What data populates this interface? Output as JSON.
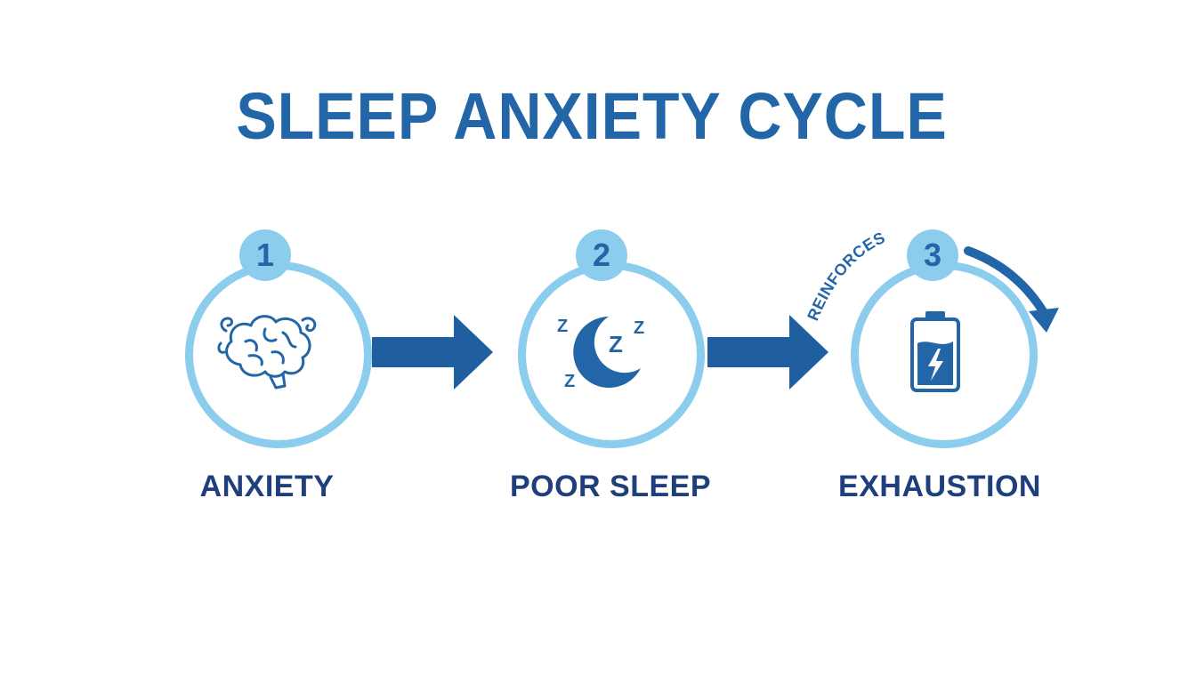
{
  "title": "SLEEP ANXIETY CYCLE",
  "steps": [
    {
      "number": "1",
      "label": "ANXIETY",
      "icon": "brain-icon"
    },
    {
      "number": "2",
      "label": "POOR SLEEP",
      "icon": "moon-sleep-icon"
    },
    {
      "number": "3",
      "label": "EXHAUSTION",
      "icon": "low-battery-icon"
    }
  ],
  "loop_label": "REINFORCES",
  "sleep_z": "Z",
  "colors": {
    "primary": "#2366a8",
    "ring": "#8ccdee",
    "label": "#1f3f7c",
    "arrow": "#1f5fa0"
  }
}
